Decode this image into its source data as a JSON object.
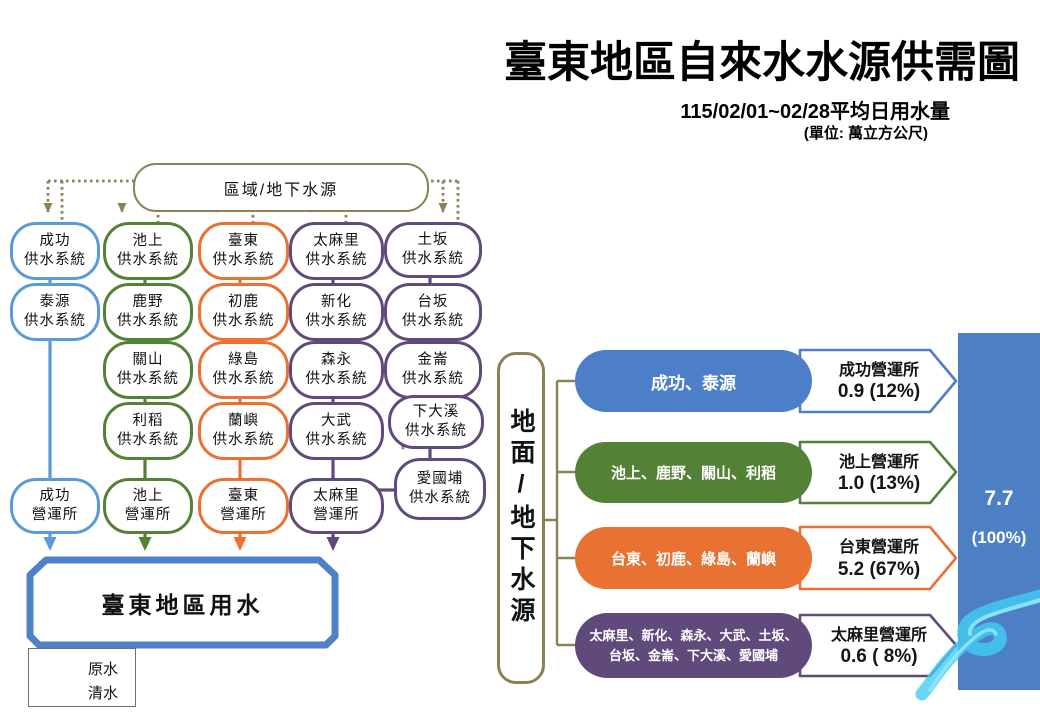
{
  "page_title": "臺東地區自來水水源供需圖",
  "subtitle": "115/02/01~02/28平均日用水量",
  "unit_note": "(單位: 萬立方公尺)",
  "source_box_label": "區域/地下水源",
  "flow": {
    "columns": [
      {
        "name": "成功",
        "color": "#5b9bd5",
        "boxes": [
          "成功\n供水系統",
          "泰源\n供水系統",
          "成功\n營運所"
        ]
      },
      {
        "name": "池上",
        "color": "#538135",
        "boxes": [
          "池上\n供水系統",
          "鹿野\n供水系統",
          "關山\n供水系統",
          "利稻\n供水系統",
          "池上\n營運所"
        ]
      },
      {
        "name": "臺東",
        "color": "#e97132",
        "boxes": [
          "臺東\n供水系統",
          "初鹿\n供水系統",
          "綠島\n供水系統",
          "蘭嶼\n供水系統",
          "臺東\n營運所"
        ]
      },
      {
        "name": "太麻里",
        "color": "#5f4a7b",
        "boxes": [
          "太麻里\n供水系統",
          "新化\n供水系統",
          "森永\n供水系統",
          "大武\n供水系統",
          "太麻里\n營運所"
        ]
      },
      {
        "name": "土坂",
        "color": "#5f4a7b",
        "boxes": [
          "土坂\n供水系統",
          "台坂\n供水系統",
          "金崙\n供水系統",
          "下大溪\n供水系統",
          "愛國埔\n供水系統"
        ]
      }
    ]
  },
  "demand_box_label": "臺東地區用水",
  "legend": {
    "raw_water": "原水",
    "clean_water": "清水"
  },
  "water_source_vertical_label": "地面/地下水源",
  "summary": {
    "rows": [
      {
        "systems": "成功、泰源",
        "office": "成功營運所",
        "value": "0.9 (12%)",
        "color": "#4d7ec8"
      },
      {
        "systems": "池上、鹿野、關山、利稻",
        "office": "池上營運所",
        "value": "1.0 (13%)",
        "color": "#538135"
      },
      {
        "systems": "台東、初鹿、綠島、蘭嶼",
        "office": "台東營運所",
        "value": "5.2 (67%)",
        "color": "#e97132"
      },
      {
        "systems": "太麻里、新化、森永、大武、土坂、\n台坂、金崙、下大溪、愛國埔",
        "office": "太麻里營運所",
        "value": "0.6 ( 8%)",
        "color": "#5f4a7b"
      }
    ],
    "total_value": "7.7",
    "total_percent": "(100%)"
  },
  "colors": {
    "olive": "#8a8254",
    "blue_light": "#5b9bd5",
    "blue": "#4d7ec8",
    "green": "#538135",
    "orange": "#e97132",
    "purple": "#5f4a7b",
    "bar_blue": "#4d7fc4",
    "river_cyan": "#41cdf2",
    "legend_gray": "#9e9e9e"
  }
}
